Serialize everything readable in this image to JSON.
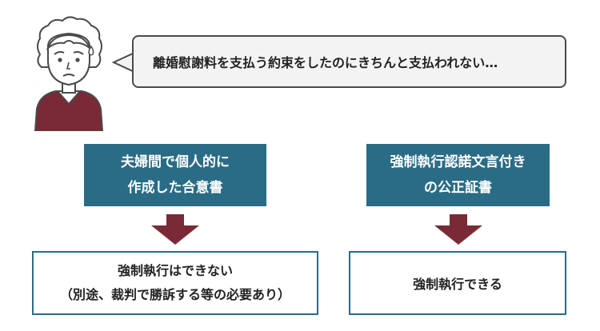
{
  "speech": {
    "text": "離婚慰謝料を支払う約束をしたのにきちんと支払われない…"
  },
  "left": {
    "method_lines": [
      "夫婦間で個人的に",
      "作成した合意書"
    ],
    "result_lines": [
      "強制執行はできない",
      "（別途、裁判で勝訴する等の必要あり）"
    ]
  },
  "right": {
    "method_lines": [
      "強制執行認諾文言付き",
      "の公正証書"
    ],
    "result_lines": [
      "強制執行できる"
    ]
  },
  "colors": {
    "teal": "#2a6c86",
    "maroon": "#7a2a36",
    "bubble_bg": "#f3f3f3",
    "bubble_border": "#4a4a4a",
    "text": "#222222"
  }
}
